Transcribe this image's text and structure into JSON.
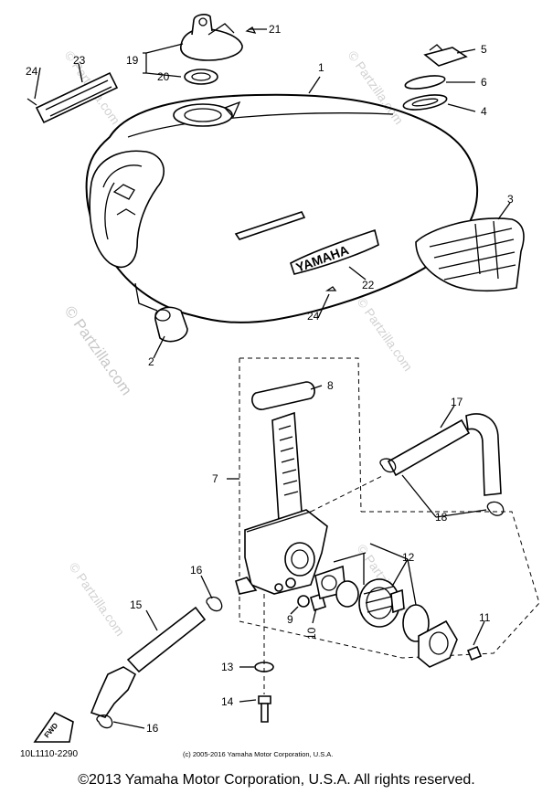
{
  "callouts": {
    "c1": "1",
    "c2": "2",
    "c3": "3",
    "c4": "4",
    "c5": "5",
    "c6": "6",
    "c7": "7",
    "c8": "8",
    "c9": "9",
    "c10": "10",
    "c11": "11",
    "c12": "12",
    "c13": "13",
    "c14": "14",
    "c15": "15",
    "c16a": "16",
    "c16b": "16",
    "c17": "17",
    "c18": "18",
    "c19": "19",
    "c20": "20",
    "c21": "21",
    "c22": "22",
    "c23": "23",
    "c24a": "24",
    "c24b": "24"
  },
  "tank_emblem": "YAMAHA",
  "fwd_marker": "FWD",
  "watermark": "© Partzilla.com",
  "diagram_ref": "10L1110-2290",
  "small_copyright": "(c) 2005-2016 Yamaha Motor Corporation, U.S.A.",
  "footer_copyright": "©2013 Yamaha Motor Corporation, U.S.A. All rights reserved."
}
